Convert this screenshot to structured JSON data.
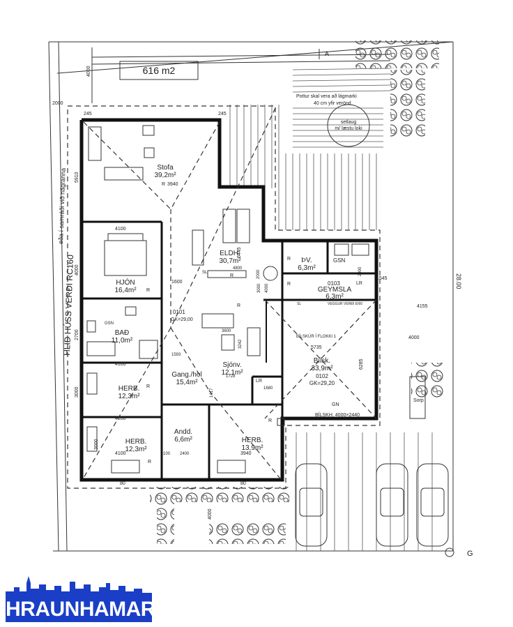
{
  "plan": {
    "area_box": "616 m2",
    "north_marker": "A",
    "section_marker": "G",
    "boundary_text": "HLIÐ HÚSS VERÐI RC160",
    "boundary_text2": "eða í samráði við nágranna",
    "tub_note_line1": "Pottur skal vera að lágmarki",
    "tub_note_line2": "40 cm yfir verönd",
    "tub_label_line1": "setlaug",
    "tub_label_line2": "m/ læstu loki",
    "apartment_id": "0101",
    "apartment_gk": "GK=29,00",
    "garage_id": "0102",
    "storage_id": "0103",
    "rooms": [
      {
        "name": "Stofa",
        "area": "39,2m²"
      },
      {
        "name": "ELDH.",
        "area": "30,7m²"
      },
      {
        "name": "HJÓN",
        "area": "16,4m²"
      },
      {
        "name": "BAÐ",
        "area": "11,0m²"
      },
      {
        "name": "HERB.",
        "area": "12,3m²"
      },
      {
        "name": "HERB.",
        "area": "12,3m²"
      },
      {
        "name": "HERB.",
        "area": "13,9m²"
      },
      {
        "name": "Gang./hol",
        "area": "15,4m²"
      },
      {
        "name": "Sjónv.",
        "area": "12,1m²"
      },
      {
        "name": "Andd.",
        "area": "6,6m²"
      },
      {
        "name": "Bílsk.",
        "area": "33,9m²"
      },
      {
        "name": "ÞV.",
        "area": "6,3m²"
      },
      {
        "name": "GEYMSLA",
        "area": "6,3m²"
      }
    ],
    "labels": {
      "gsn": "GSN",
      "lr": "LR",
      "sl": "SL",
      "gn": "GN",
      "garage_gk": "GK=29,20",
      "garage_door": "BÍLSKH. 4000×2440",
      "garage_class": "BÍLSKÚR Í FLOKKI 1",
      "wall_class": "VEGGUR VERÐI EI60",
      "sorp": "Sorp",
      "r": "R"
    },
    "dimensions": {
      "d4000_top": "4000",
      "d2000": "2000",
      "d245_a": "245",
      "d245_b": "245",
      "d5910": "5910",
      "d3940_a": "3940",
      "d4100_a": "4100",
      "d4000_left": "4000",
      "d1600": "1600",
      "d2700": "2700",
      "d4100_b": "4100",
      "d4100_c": "4100",
      "d3000_a": "3000",
      "d3000_b": "3000",
      "d4100_d": "4100",
      "d80_a": "80",
      "d80_b": "80",
      "d6445": "6445",
      "d4800": "4800",
      "d2000_b": "2000",
      "d3600": "3600",
      "d3242": "3242",
      "d1593": "1593",
      "d1728": "1728",
      "d1417": "1417",
      "d2400": "2400",
      "d100": "100",
      "d3940_b": "3940",
      "d1680": "1680",
      "d4155": "4155",
      "d4000_right": "4000",
      "d5735": "5735",
      "d6285": "6285",
      "d2800": "28.00",
      "d4000_bottom": "4000",
      "d1545": "1545",
      "d2900": "2900",
      "d3000_c": "3000",
      "d4000_right2": "4000"
    }
  }
}
